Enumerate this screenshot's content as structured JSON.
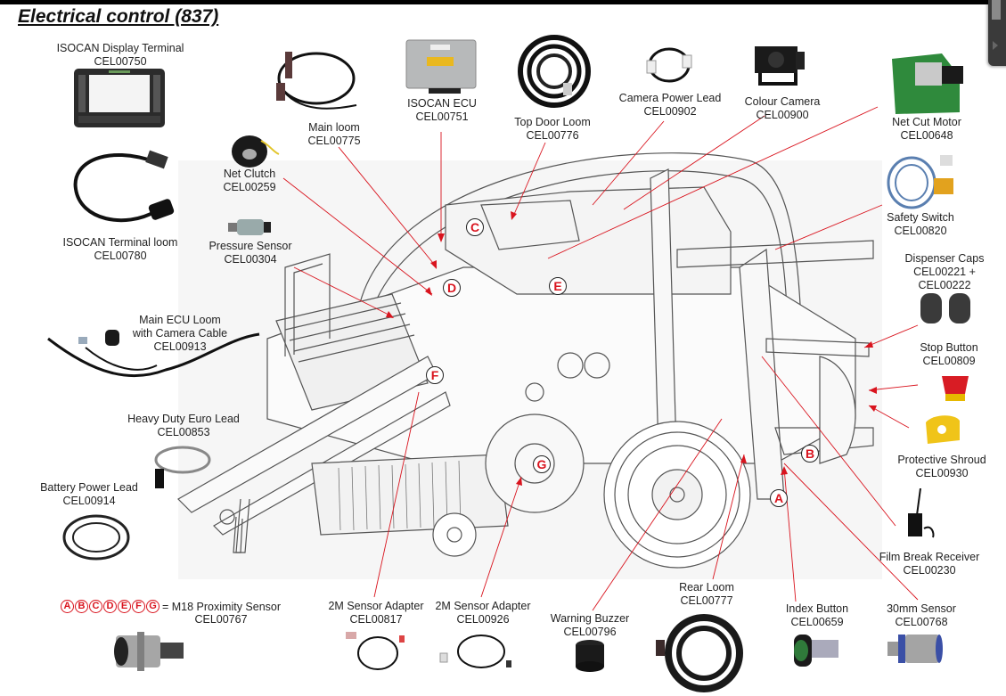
{
  "page": {
    "title": "Electrical control (837)"
  },
  "colors": {
    "leader_line": "#d9141e",
    "callout_letter": "#d9141e",
    "title_bar": "#000000"
  },
  "parts": [
    {
      "id": "isocan-display-terminal",
      "name": "ISOCAN Display Terminal",
      "code": "CEL00750"
    },
    {
      "id": "isocan-terminal-loom",
      "name": "ISOCAN Terminal loom",
      "code": "CEL00780"
    },
    {
      "id": "main-loom",
      "name": "Main loom",
      "code": "CEL00775"
    },
    {
      "id": "isocan-ecu",
      "name": "ISOCAN ECU",
      "code": "CEL00751"
    },
    {
      "id": "top-door-loom",
      "name": "Top Door Loom",
      "code": "CEL00776"
    },
    {
      "id": "camera-power-lead",
      "name": "Camera Power Lead",
      "code": "CEL00902"
    },
    {
      "id": "colour-camera",
      "name": "Colour Camera",
      "code": "CEL00900"
    },
    {
      "id": "net-cut-motor",
      "name": "Net Cut Motor",
      "code": "CEL00648"
    },
    {
      "id": "net-clutch",
      "name": "Net Clutch",
      "code": "CEL00259"
    },
    {
      "id": "pressure-sensor",
      "name": "Pressure Sensor",
      "code": "CEL00304"
    },
    {
      "id": "safety-switch",
      "name": "Safety Switch",
      "code": "CEL00820"
    },
    {
      "id": "dispenser-caps",
      "name": "Dispenser Caps",
      "code": "CEL00221 +",
      "code2": "CEL00222"
    },
    {
      "id": "main-ecu-loom",
      "name": "Main ECU Loom",
      "name2": "with Camera Cable",
      "code": "CEL00913"
    },
    {
      "id": "stop-button",
      "name": "Stop Button",
      "code": "CEL00809"
    },
    {
      "id": "heavy-duty-euro-lead",
      "name": "Heavy Duty Euro Lead",
      "code": "CEL00853"
    },
    {
      "id": "protective-shroud",
      "name": "Protective Shroud",
      "code": "CEL00930"
    },
    {
      "id": "battery-power-lead",
      "name": "Battery Power Lead",
      "code": "CEL00914"
    },
    {
      "id": "film-break-receiver",
      "name": "Film Break Receiver",
      "code": "CEL00230"
    },
    {
      "id": "sensor-adapter-817",
      "name": "2M Sensor Adapter",
      "code": "CEL00817"
    },
    {
      "id": "sensor-adapter-926",
      "name": "2M Sensor Adapter",
      "code": "CEL00926"
    },
    {
      "id": "warning-buzzer",
      "name": "Warning Buzzer",
      "code": "CEL00796"
    },
    {
      "id": "rear-loom",
      "name": "Rear Loom",
      "code": "CEL00777"
    },
    {
      "id": "index-button",
      "name": "Index Button",
      "code": "CEL00659"
    },
    {
      "id": "30mm-sensor",
      "name": "30mm Sensor",
      "code": "CEL00768"
    }
  ],
  "proximity_legend": {
    "letters": [
      "A",
      "B",
      "C",
      "D",
      "E",
      "F",
      "G"
    ],
    "text": "= M18 Proximity Sensor",
    "code": "CEL00767"
  },
  "callouts": [
    {
      "letter": "A"
    },
    {
      "letter": "B"
    },
    {
      "letter": "C"
    },
    {
      "letter": "D"
    },
    {
      "letter": "E"
    },
    {
      "letter": "F"
    },
    {
      "letter": "G"
    }
  ]
}
